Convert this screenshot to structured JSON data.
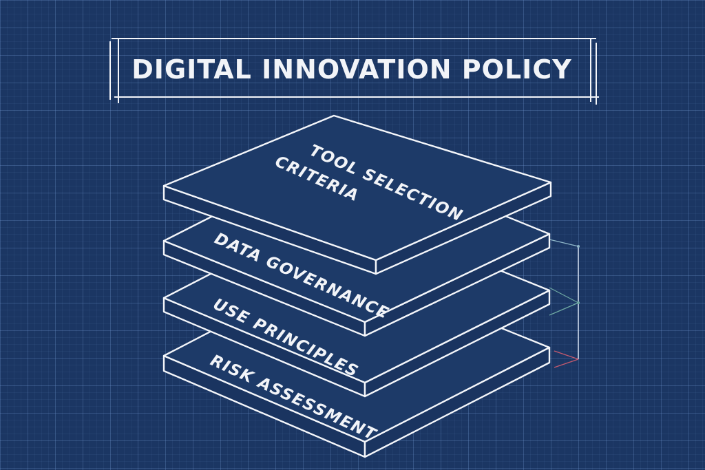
{
  "title": "DIGITAL INNOVATION POLICY",
  "layers": [
    {
      "id": "tool-selection",
      "lines": [
        "TOOL SELECTION",
        "CRITERIA"
      ]
    },
    {
      "id": "data-governance",
      "lines": [
        "DATA GOVERNANCE"
      ]
    },
    {
      "id": "use-principles",
      "lines": [
        "USE PRINCIPLES"
      ]
    },
    {
      "id": "risk-assessment",
      "lines": [
        "RISK ASSESSMENT"
      ]
    }
  ],
  "colors": {
    "background": "#1b3663",
    "line": "#f4f6fa",
    "dimension_teal": "#6fa9a3",
    "dimension_red": "#c65a6e"
  }
}
